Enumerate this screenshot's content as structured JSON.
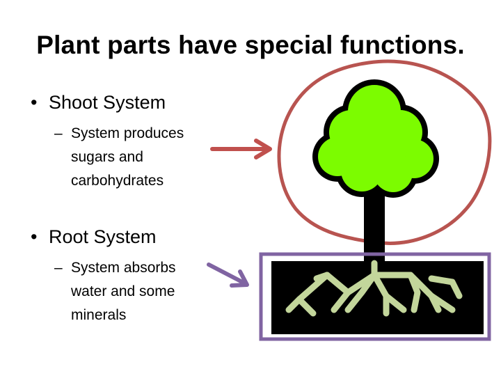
{
  "slide": {
    "title": "Plant parts have special functions.",
    "bullets": [
      {
        "marker": "•",
        "label": "Shoot System",
        "sub": {
          "marker": "–",
          "text": "System produces sugars and carbohydrates"
        }
      },
      {
        "marker": "•",
        "label": "Root System",
        "sub": {
          "marker": "–",
          "text": "System absorbs water and some minerals"
        }
      }
    ]
  },
  "colors": {
    "canopy": "#7CFC00",
    "trunk_outline": "#000000",
    "shoot_circle": "#B85450",
    "root_box": "#8064A2",
    "roots": "#C3D69B",
    "shoot_arrow": "#C0504D",
    "root_arrow": "#8064A2"
  },
  "icons": [
    "tree-icon",
    "arrow-right-icon"
  ]
}
